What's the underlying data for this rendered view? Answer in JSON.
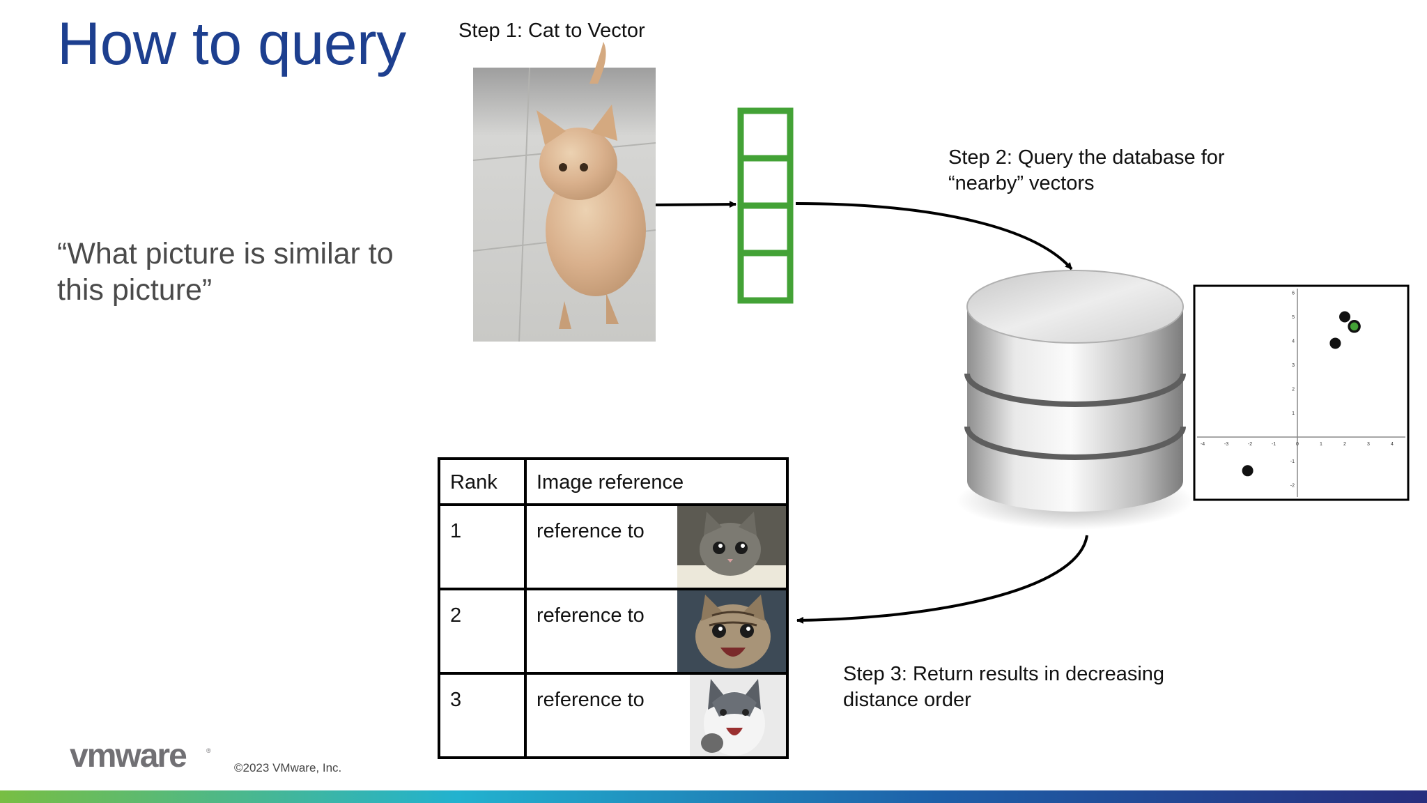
{
  "slide": {
    "title": "How to query",
    "quote": "“What picture is similar to this picture”",
    "copyright": "©2023 VMware, Inc.",
    "logo_text": "vmware",
    "brand_colors": {
      "title": "#1d3f8f",
      "vector": "#43a236",
      "query_point": "#43a236"
    }
  },
  "steps": {
    "step1": "Step 1: Cat to Vector",
    "step2": "Step 2: Query the database for “nearby” vectors",
    "step3": "Step 3: Return results in decreasing distance order"
  },
  "table": {
    "headers": {
      "rank": "Rank",
      "reference": "Image reference"
    },
    "rows": [
      {
        "rank": "1",
        "reference": "reference to",
        "image": "grey-kitten-image"
      },
      {
        "rank": "2",
        "reference": "reference to",
        "image": "tabby-kitten-image"
      },
      {
        "rank": "3",
        "reference": "reference to",
        "image": "husky-puppy-image"
      }
    ]
  },
  "vector_plot": {
    "x_ticks": [
      "-4",
      "-3",
      "-2",
      "-1",
      "0",
      "1",
      "2",
      "3",
      "4"
    ],
    "y_ticks": [
      "6",
      "5",
      "4",
      "3",
      "2",
      "1",
      "-1",
      "-2"
    ],
    "stored_points": [
      {
        "x": 2,
        "y": 5
      },
      {
        "x": 1.6,
        "y": 3.9
      },
      {
        "x": -2.1,
        "y": -1.4
      }
    ],
    "query_point": {
      "x": 2.4,
      "y": 4.6
    }
  }
}
